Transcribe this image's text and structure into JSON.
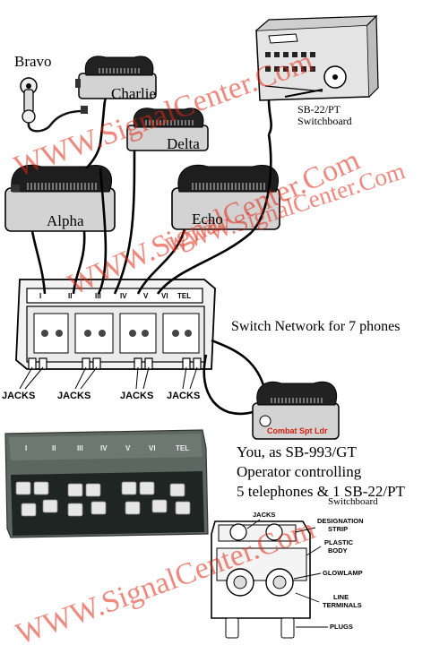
{
  "phones": {
    "bravo": "Bravo",
    "charlie": "Charlie",
    "delta": "Delta",
    "alpha": "Alpha",
    "echo": "Echo"
  },
  "switchboard": {
    "line1": "SB-22/PT",
    "line2": "Switchboard"
  },
  "network_title": "Switch Network for 7 phones",
  "jacks_label": "JACKS",
  "strip_labels": [
    "I",
    "II",
    "III",
    "IV",
    "V",
    "VI",
    "TEL"
  ],
  "operator": {
    "phone_caption": "Combat Spt Ldr",
    "line1": "You, as SB-993/GT",
    "line2": "Operator controlling",
    "line3": "5 telephones & 1 SB-22/PT",
    "line3_sub": "Switchboard"
  },
  "callouts": {
    "jacks": "JACKS",
    "designation": "DESIGNATION",
    "strip": "STRIP",
    "plastic": "PLASTIC",
    "body": "BODY",
    "glowlamp": "GLOWLAMP",
    "line": "LINE",
    "terminals": "TERMINALS",
    "plugs": "PLUGS"
  },
  "watermark": "WWW.SignalCenter.Com",
  "colors": {
    "watermark": "#e12814",
    "caption_red": "#d21e0f",
    "case_dark": "#5d6762"
  }
}
